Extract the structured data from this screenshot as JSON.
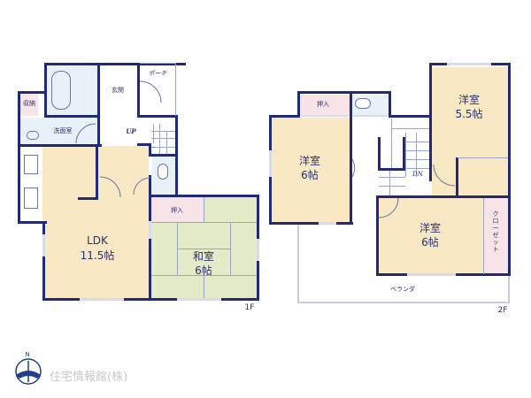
{
  "colors": {
    "wall": "#1f2a7a",
    "western_room": "#f8e8c4",
    "tatami": "#e4ebc8",
    "wet_area": "#e8f0f8",
    "closet_pink": "#f8e4e6",
    "logo_text": "#c8c8cc",
    "logo_mark": "#1f3f8a"
  },
  "floor1": {
    "label": "1F",
    "rooms": {
      "storage": "収納",
      "washroom": "洗面室",
      "entrance": "玄関",
      "porch": "ポーチ",
      "stairs": "UP",
      "ldk_name": "LDK",
      "ldk_size": "11.5帖",
      "closet": "押入",
      "japanese_name": "和室",
      "japanese_size": "6帖"
    }
  },
  "floor2": {
    "label": "2F",
    "rooms": {
      "closet": "押入",
      "western1_name": "洋室",
      "western1_size": "6帖",
      "western2_name": "洋室",
      "western2_size": "5.5帖",
      "western3_name": "洋室",
      "western3_size": "6帖",
      "stairs": "DN",
      "walkin": "クローゼット",
      "balcony": "ベランダ"
    }
  },
  "footer": {
    "compass": "N",
    "company": "住宅情報館(株)"
  }
}
